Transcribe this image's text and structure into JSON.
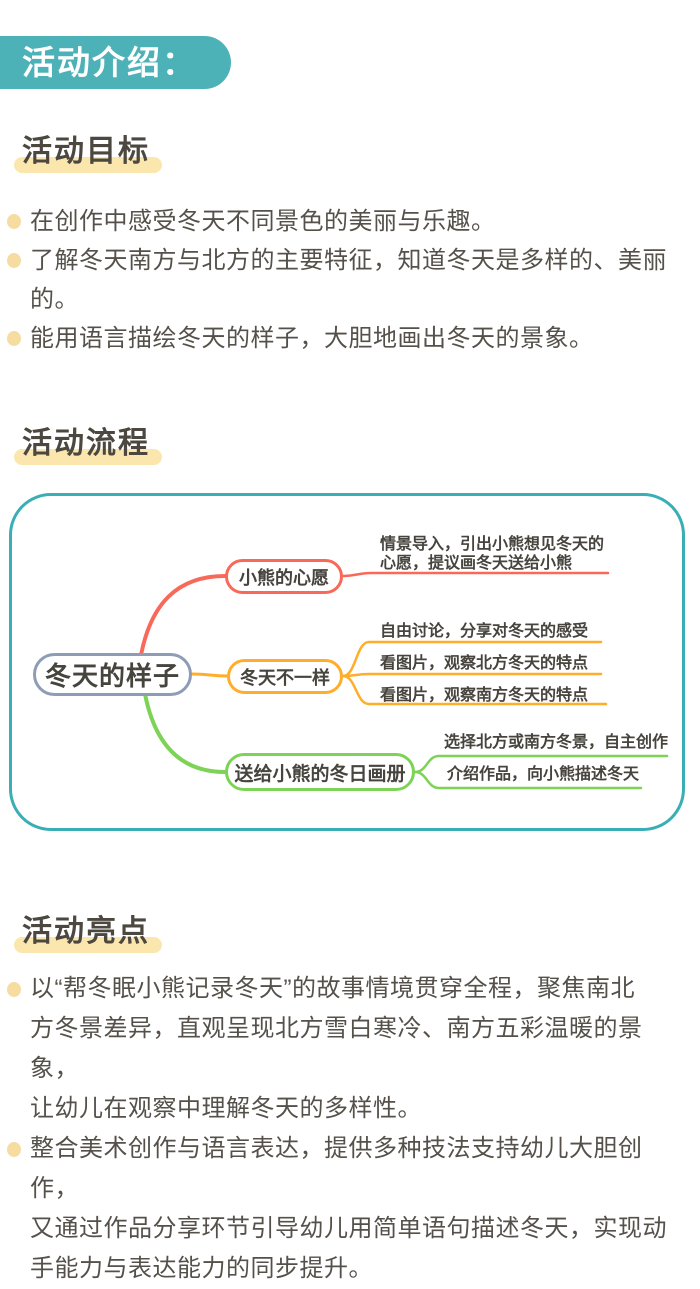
{
  "badge": {
    "label": "活动介绍："
  },
  "goals": {
    "heading": "活动目标",
    "bullets": [
      "在创作中感受冬天不同景色的美丽与乐趣。",
      "了解冬天南方与北方的主要特征，知道冬天是多样的、美丽\n的。",
      "能用语言描绘冬天的样子，大胆地画出冬天的景象。"
    ]
  },
  "flow": {
    "heading": "活动流程",
    "mindmap": {
      "root": "冬天的样子",
      "branches": [
        {
          "label": "小熊的心愿",
          "color": "#F9695A",
          "leaves": [
            "情景导入，引出小熊想见冬天的\n心愿，提议画冬天送给小熊"
          ]
        },
        {
          "label": "冬天不一样",
          "color": "#FFAD2A",
          "leaves": [
            "自由讨论，分享对冬天的感受",
            "看图片，观察北方冬天的特点",
            "看图片，观察南方冬天的特点"
          ]
        },
        {
          "label": "送给小熊的冬日画册",
          "color": "#7DD356",
          "leaves": [
            "选择北方或南方冬景，自主创作",
            "介绍作品，向小熊描述冬天"
          ]
        }
      ]
    }
  },
  "highlights": {
    "heading": "活动亮点",
    "bullets": [
      "以“帮冬眠小熊记录冬天”的故事情境贯穿全程，聚焦南北\n方冬景差异，直观呈现北方雪白寒冷、南方五彩温暖的景象，\n让幼儿在观察中理解冬天的多样性。",
      "整合美术创作与语言表达，提供多种技法支持幼儿大胆创作，\n又通过作品分享环节引导幼儿用简单语句描述冬天，实现动\n手能力与表达能力的同步提升。"
    ]
  },
  "colors": {
    "teal": "#3AAEB5",
    "badge-teal": "#4CB2B8",
    "highlight-yellow": "#FBE7AE",
    "bullet-dot": "#F6DCA0",
    "text-dark": "#55514A",
    "heading-dark": "#4C4840",
    "branch-red": "#F9695A",
    "branch-yellow": "#FFAD2A",
    "branch-green": "#7DD356",
    "root-border": "#8E9CB5",
    "mindmap-text": "#47443E"
  }
}
